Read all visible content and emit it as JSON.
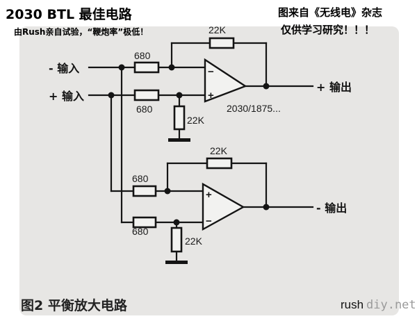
{
  "header": {
    "title": "2030 BTL 最佳电路",
    "subtitle": "由Rush亲自试验，“鞭炮率”极低！",
    "source_line": "图来自《无线电》杂志",
    "purpose_line": "仅供学习研究！！！"
  },
  "circuit": {
    "inputs": {
      "negative": "- 输入",
      "positive": "+ 输入"
    },
    "outputs": {
      "positive": "+ 输出",
      "negative": "- 输出"
    },
    "resistors": {
      "top_input_inv": "680",
      "top_input_noninv": "680",
      "top_feedback": "22K",
      "top_ground": "22K",
      "bottom_input_inv": "680",
      "bottom_input_noninv": "680",
      "bottom_feedback": "22K",
      "bottom_ground": "22K"
    },
    "amp_part": "2030/1875...",
    "pin_minus": "−",
    "pin_plus": "+"
  },
  "caption": "图2 平衡放大电路",
  "watermark": {
    "name": "rush",
    "site": "diy.net"
  },
  "colors": {
    "paper": "#e7e6e4",
    "ink": "#141414",
    "background": "#ffffff"
  }
}
